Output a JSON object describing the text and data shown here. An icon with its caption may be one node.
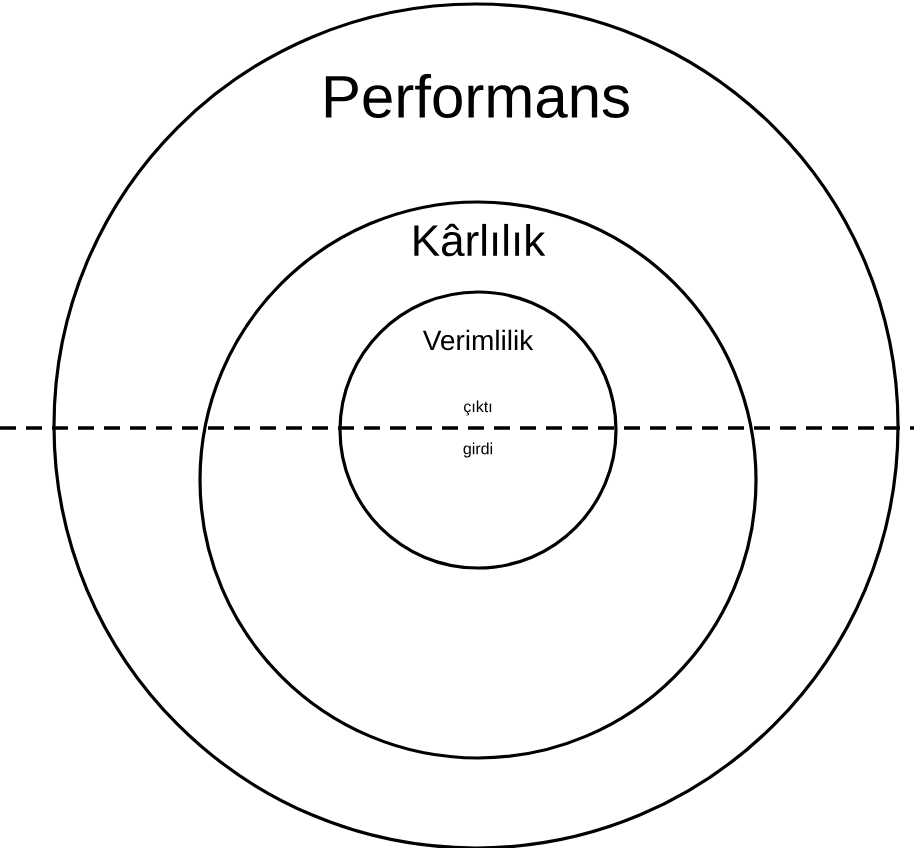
{
  "diagram": {
    "nodes": [
      {
        "text": [
          "Performans"
        ]
      },
      {
        "text": [
          "Kârlılık"
        ],
        "in": 0
      },
      {
        "text": [
          "Verimlilik"
        ],
        "in": 1
      }
    ],
    "labels": [
      "çıktı",
      "girdi"
    ]
  }
}
